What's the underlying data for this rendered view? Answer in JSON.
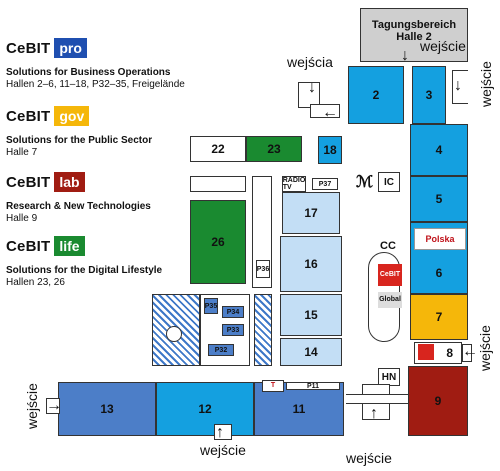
{
  "legend": [
    {
      "brand": "CeBIT",
      "tag": "pro",
      "tag_color": "#1f4fb0",
      "subtitle": "Solutions for Business Operations",
      "halls": "Hallen 2–6, 11–18, P32–35, Freigelände"
    },
    {
      "brand": "CeBIT",
      "tag": "gov",
      "tag_color": "#f5b70a",
      "subtitle": "Solutions for the Public Sector",
      "halls": "Halle 7"
    },
    {
      "brand": "CeBIT",
      "tag": "lab",
      "tag_color": "#a01c12",
      "subtitle": "Research & New Technologies",
      "halls": "Halle 9"
    },
    {
      "brand": "CeBIT",
      "tag": "life",
      "tag_color": "#1a8a30",
      "subtitle": "Solutions for the Digital Lifestyle",
      "halls": "Hallen 23, 26"
    }
  ],
  "map": {
    "tagung_line1": "Tagungsbereich",
    "tagung_line2": "Halle 2",
    "entrance": "wejście",
    "entrances": "wejścia",
    "halls": {
      "h2": "2",
      "h3": "3",
      "h4": "4",
      "h5": "5",
      "h6": "6",
      "h7": "7",
      "h8": "8",
      "h9": "9",
      "h11": "11",
      "h12": "12",
      "h13": "13",
      "h14": "14",
      "h15": "15",
      "h16": "16",
      "h17": "17",
      "h18": "18",
      "h22": "22",
      "h23": "23",
      "h26": "26"
    },
    "pavilions": {
      "p11": "P11",
      "p32": "P32",
      "p33": "P33",
      "p34": "P34",
      "p35": "P35",
      "p36": "P36",
      "p37": "P37"
    },
    "labels": {
      "radio_tv": "RADIO TV",
      "cc": "CC",
      "ic": "IC",
      "hn": "HN",
      "polska": "Polska",
      "cebit_logo": "CeBIT",
      "global": "Global"
    }
  },
  "colors": {
    "blue": "#14a0e0",
    "light_blue": "#c3def5",
    "mid_blue": "#4c7ec8",
    "green": "#1a8a30",
    "grey": "#cfcfcf",
    "yellow": "#f5b70a",
    "red": "#a01c12"
  }
}
